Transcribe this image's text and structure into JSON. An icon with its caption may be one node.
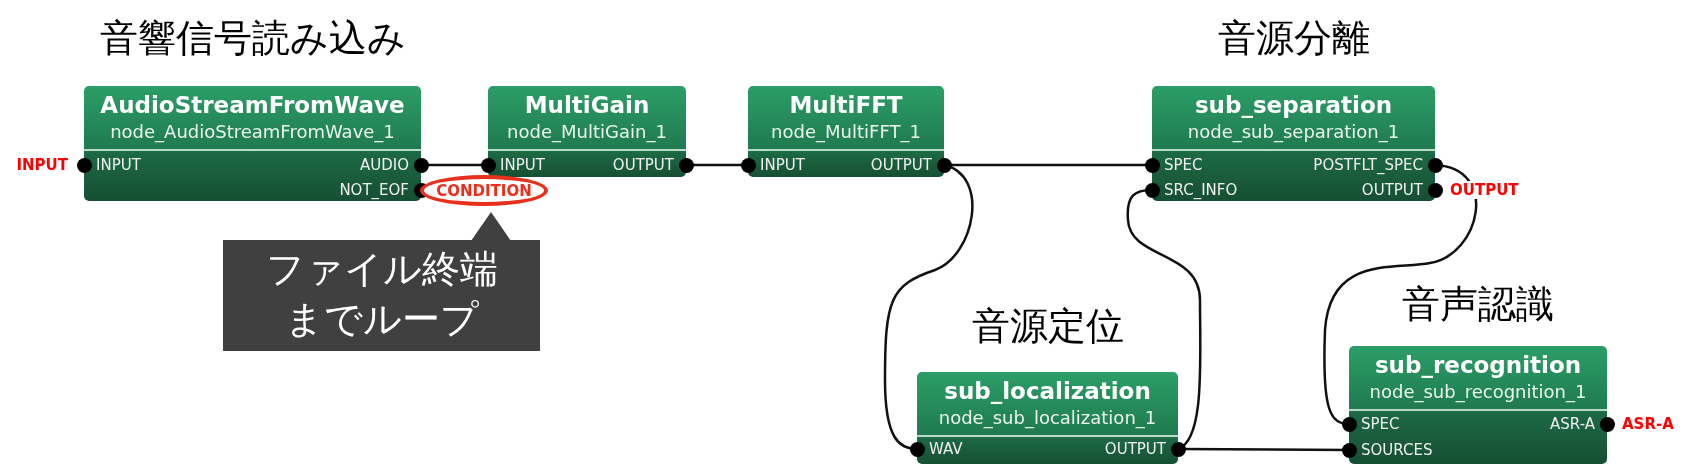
{
  "diagram": {
    "nodes": [
      {
        "text": [
          "音響信号読み込み",
          "AudioStreamFromWave",
          "node_AudioStreamFromWave_1",
          "INPUT",
          "AUDIO",
          "NOT_EOF"
        ],
        "beside": [
          "INPUT"
        ]
      },
      {
        "text": [
          "MultiGain",
          "node_MultiGain_1",
          "INPUT",
          "OUTPUT"
        ]
      },
      {
        "text": [
          "MultiFFT",
          "node_MultiFFT_1",
          "INPUT",
          "OUTPUT"
        ]
      },
      {
        "text": [
          "音源分離",
          "sub_separation",
          "node_sub_separation_1",
          "SPEC",
          "POSTFLT_SPEC",
          "SRC_INFO",
          "OUTPUT"
        ],
        "beside": [
          "OUTPUT"
        ]
      },
      {
        "text": [
          "音源定位",
          "sub_localization",
          "node_sub_localization_1",
          "WAV",
          "OUTPUT"
        ]
      },
      {
        "text": [
          "音声認識",
          "sub_recognition",
          "node_sub_recognition_1",
          "SPEC",
          "ASR-A",
          "SOURCES"
        ],
        "beside": [
          "ASR-A"
        ]
      },
      {
        "text": [
          "CONDITION"
        ]
      },
      {
        "text": [
          "ファイル終端までループ"
        ]
      }
    ],
    "edges": [
      {
        "from": 0,
        "to": 1,
        "arrow": "none"
      },
      {
        "from": 1,
        "to": 2,
        "arrow": "none"
      },
      {
        "from": 2,
        "to": 3,
        "arrow": "none"
      },
      {
        "from": 2,
        "to": 4,
        "arrow": "none"
      },
      {
        "from": 4,
        "to": 3,
        "arrow": "none"
      },
      {
        "from": 4,
        "to": 5,
        "arrow": "none"
      },
      {
        "from": 3,
        "to": 5,
        "arrow": "none"
      }
    ]
  }
}
